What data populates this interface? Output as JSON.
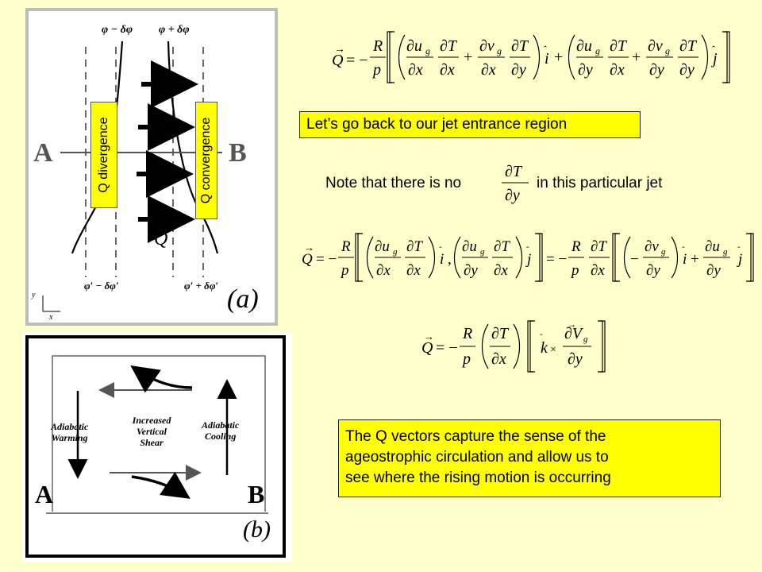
{
  "panel_a": {
    "contour_labels": {
      "phi_minus": "φ − δφ",
      "phi_plus": "φ + δφ",
      "phi_prime_minus": "φ′ − δφ′",
      "phi_prime_plus": "φ′ + δφ′"
    },
    "point_a": "A",
    "point_b": "B",
    "q_divergence": "Q divergence",
    "q_convergence": "Q convergence",
    "q_vector_label": "Q",
    "axis_y": "y",
    "axis_x": "x",
    "panel_label": "(a)"
  },
  "panel_b": {
    "adiabatic_warming": [
      "Adiabatic",
      "Warming"
    ],
    "increased_shear": [
      "Increased",
      "Vertical",
      "Shear"
    ],
    "adiabatic_cooling": [
      "Adiabatic",
      "Cooling"
    ],
    "point_a": "A",
    "point_b": "B",
    "panel_label": "(b)"
  },
  "jet_entrance_box": "Let’s go back to our jet entrance region",
  "note": {
    "before": "Note that there is no",
    "after": "in this particular jet"
  },
  "q_vectors_box": [
    "The Q vectors capture the sense of the",
    "ageostrophic circulation and allow us to",
    "see where the rising motion is occurring"
  ],
  "colors": {
    "background": "#ffffcc",
    "highlight": "#ffff00"
  }
}
